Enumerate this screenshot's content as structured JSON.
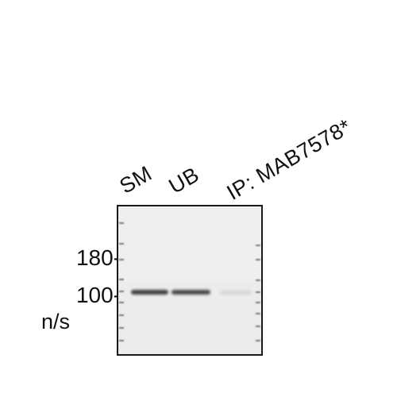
{
  "lanes": {
    "sm": "SM",
    "ub": "UB",
    "ip": "IP: MAB7578*"
  },
  "markers": {
    "m180": "180-",
    "m100": "100-",
    "ns": "n/s"
  },
  "bands": [
    {
      "lane": "SM",
      "intensity": 0.9
    },
    {
      "lane": "UB",
      "intensity": 0.85
    },
    {
      "lane": "IP: MAB7578*",
      "intensity": 0.12
    }
  ],
  "colors": {
    "band": "#2e2e2e",
    "membrane": "#eeeeee",
    "frame": "#1a1a1a"
  }
}
